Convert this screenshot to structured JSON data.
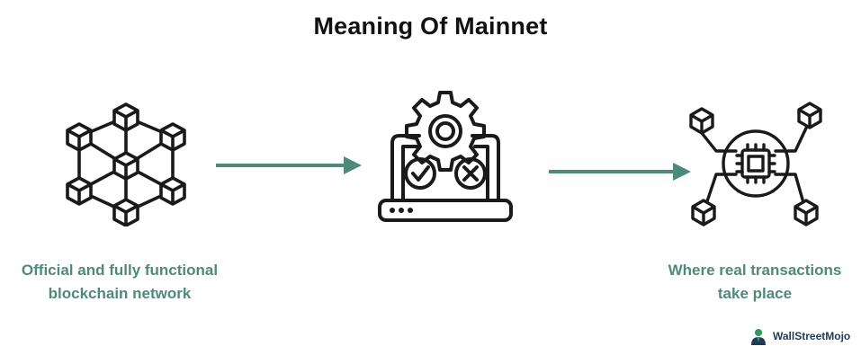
{
  "title": "Meaning Of Mainnet",
  "colors": {
    "accent": "#4e8a7a",
    "icon_stroke": "#1a1a1a",
    "logo_green": "#2f9a5b",
    "logo_text": "#1f3b5a"
  },
  "nodes": [
    {
      "icon": "blockchain-network-icon",
      "caption_lines": [
        "Official and fully functional",
        "blockchain network"
      ]
    },
    {
      "icon": "laptop-gear-check-cross-icon",
      "caption_lines": []
    },
    {
      "icon": "chip-network-icon",
      "caption_lines": [
        "Where real transactions",
        "take place"
      ]
    }
  ],
  "arrows": [
    "arrow-right-icon",
    "arrow-right-icon"
  ],
  "brand": {
    "name": "WallStreetMojo",
    "icon": "wallstreetmojo-logo-icon"
  }
}
